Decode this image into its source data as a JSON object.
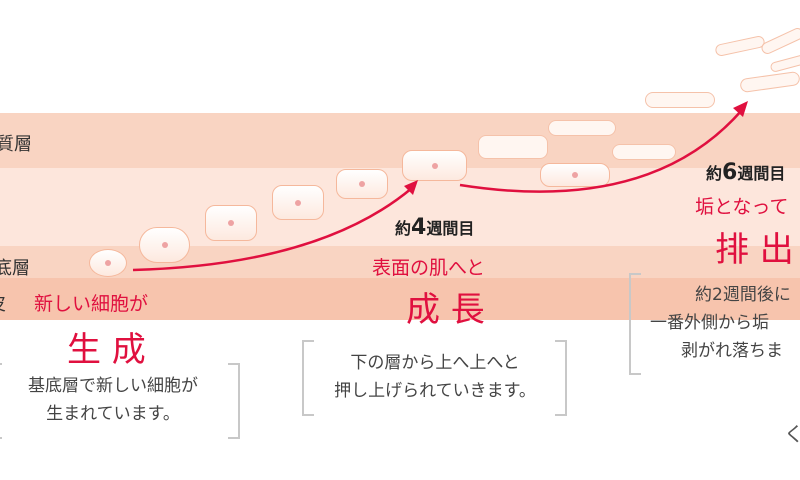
{
  "layers": {
    "stratum_corneum": "質層",
    "basal": "底層",
    "dermis": "皮"
  },
  "stages": [
    {
      "week": "",
      "lead": "新しい細胞が",
      "title": "生 成",
      "desc": [
        "基底層で新しい細胞が",
        "生まれています。"
      ]
    },
    {
      "week_prefix": "約",
      "week_num": "4",
      "week_suffix": "週間目",
      "lead": "表面の肌へと",
      "title": "成 長",
      "desc": [
        "下の層から上へ上へと",
        "押し上げられていきます。"
      ]
    },
    {
      "week_prefix": "約",
      "week_num": "6",
      "week_suffix": "週間目",
      "lead": "垢となって",
      "title": "排 出",
      "desc": [
        "約2週間後に",
        "一番外側から垢",
        "剥がれ落ちま"
      ]
    }
  ],
  "nav": {
    "prev": "く"
  },
  "colors": {
    "accent": "#e0103f",
    "band_dark": "#f9d4c2",
    "band_light": "#fde6dc",
    "band_dermis": "#f7c4ad"
  }
}
